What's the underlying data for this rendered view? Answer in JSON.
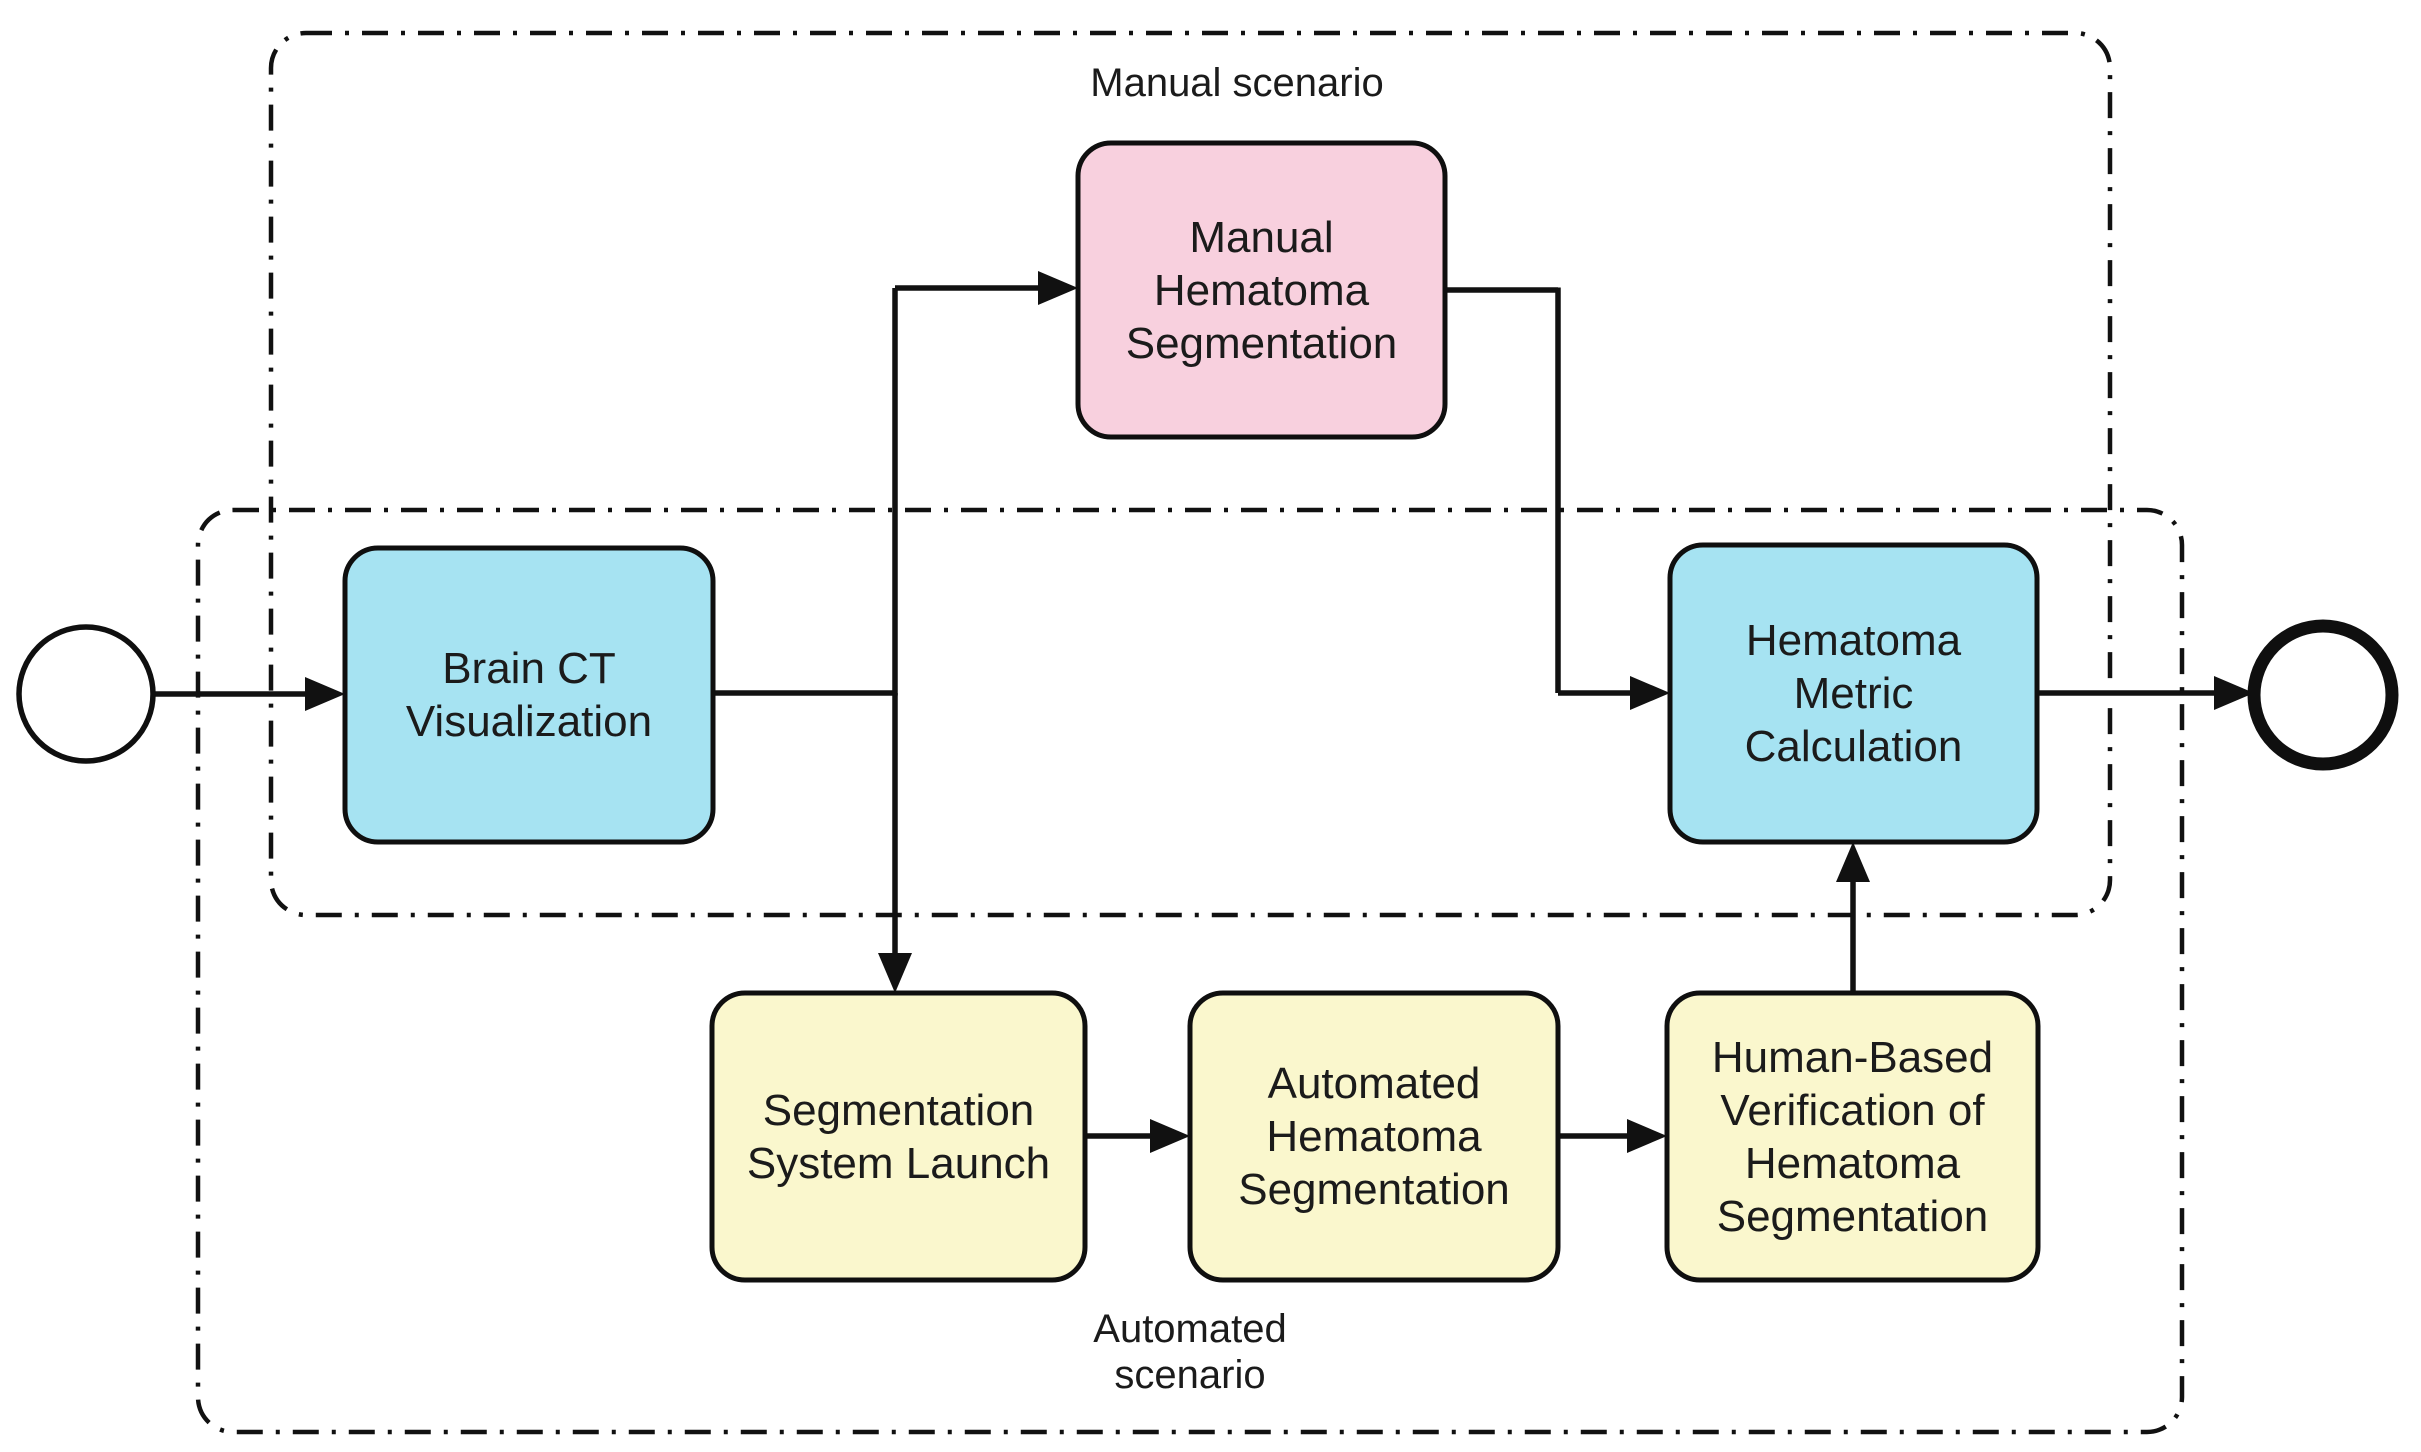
{
  "groups": {
    "manual": {
      "label": "Manual scenario"
    },
    "automated": {
      "lines": [
        "Automated",
        "scenario"
      ]
    }
  },
  "nodes": {
    "brain_ct": {
      "lines": [
        "Brain CT",
        "Visualization"
      ]
    },
    "manual_seg": {
      "lines": [
        "Manual",
        "Hematoma",
        "Segmentation"
      ]
    },
    "metric_calc": {
      "lines": [
        "Hematoma",
        "Metric",
        "Calculation"
      ]
    },
    "seg_launch": {
      "lines": [
        "Segmentation",
        "System Launch"
      ]
    },
    "auto_seg": {
      "lines": [
        "Automated",
        "Hematoma",
        "Segmentation"
      ]
    },
    "verification": {
      "lines": [
        "Human-Based",
        "Verification of",
        "Hematoma",
        "Segmentation"
      ]
    }
  },
  "events": {
    "start": "start-event",
    "end": "end-event"
  },
  "colors": {
    "task_shared": "#A6E3F2",
    "task_manual": "#F8D0DE",
    "task_automated": "#FAF7CD",
    "line": "#111111",
    "text": "#1B1B1B",
    "background": "#FFFFFF"
  }
}
